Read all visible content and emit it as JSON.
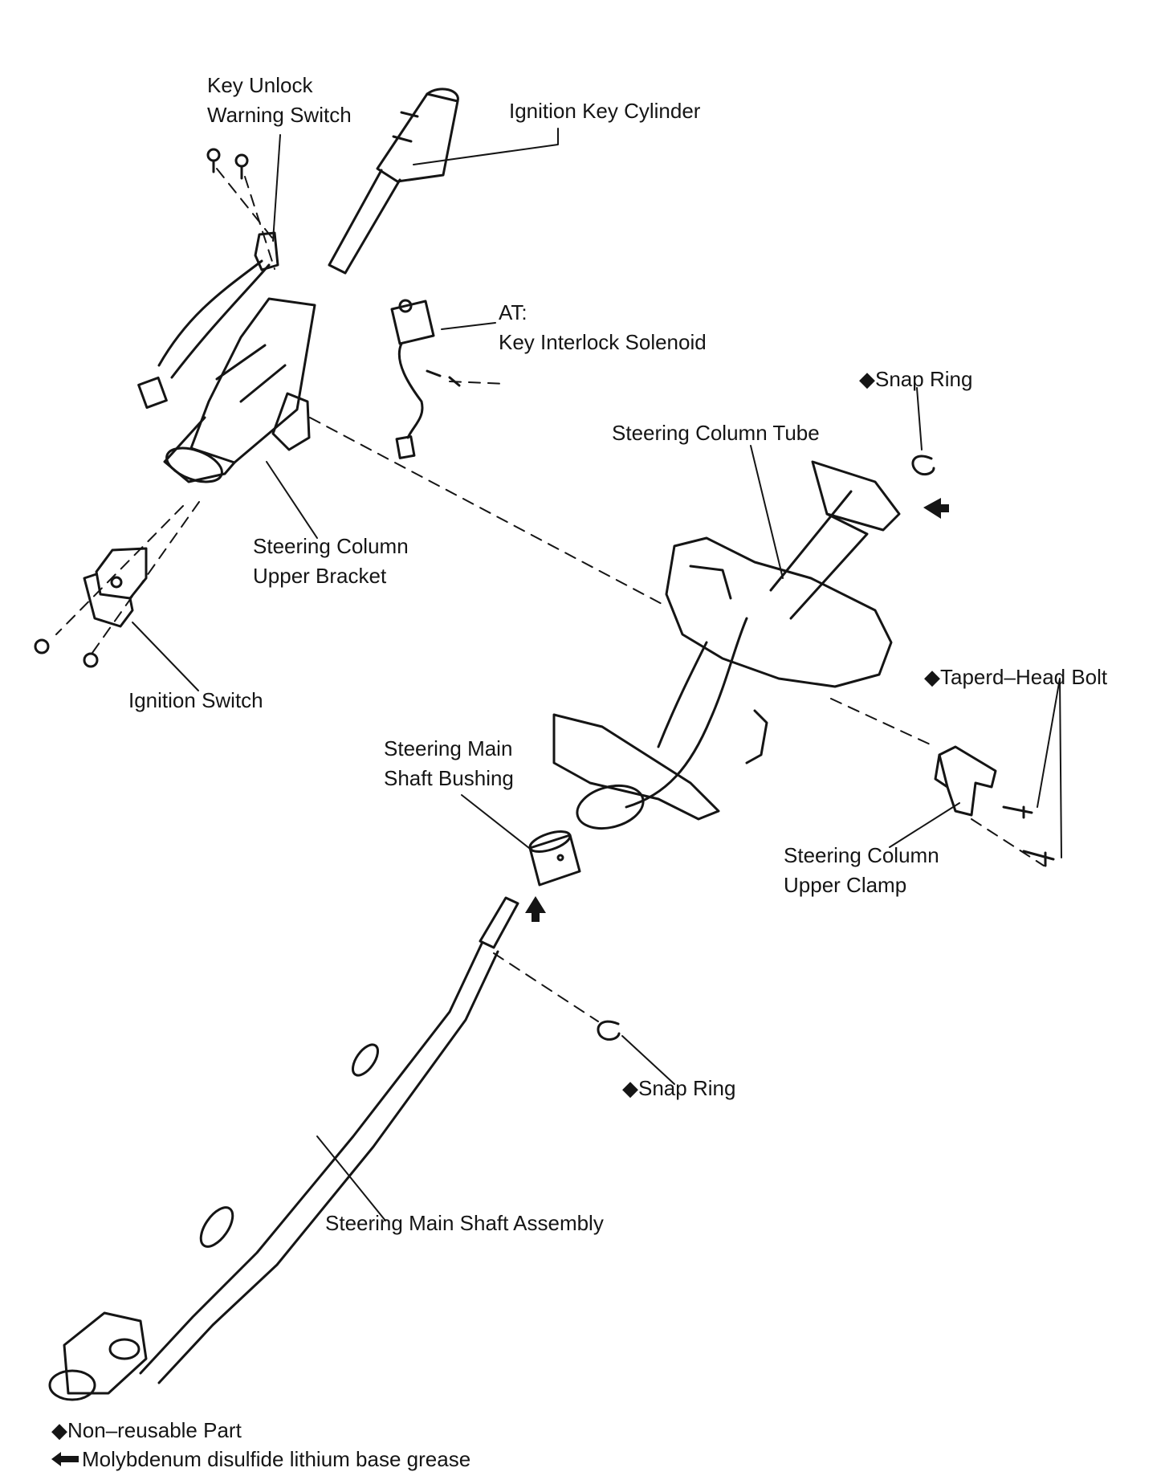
{
  "labels": {
    "key_unlock_warning_switch": {
      "line1": "Key Unlock",
      "line2": "Warning Switch"
    },
    "ignition_key_cylinder": "Ignition Key Cylinder",
    "key_interlock_solenoid": {
      "line1": "AT:",
      "line2": "Key Interlock Solenoid"
    },
    "snap_ring_upper": "◆Snap Ring",
    "steering_column_tube": "Steering Column Tube",
    "steering_column_upper_bracket": {
      "line1": "Steering Column",
      "line2": "Upper Bracket"
    },
    "ignition_switch": "Ignition Switch",
    "tapered_head_bolt": "◆Taperd–Head Bolt",
    "steering_main_shaft_bushing": {
      "line1": "Steering Main",
      "line2": "Shaft Bushing"
    },
    "steering_column_upper_clamp": {
      "line1": "Steering Column",
      "line2": "Upper Clamp"
    },
    "snap_ring_lower": "◆Snap Ring",
    "steering_main_shaft_assembly": "Steering Main Shaft Assembly"
  },
  "legend": {
    "non_reusable": "◆Non–reusable Part",
    "grease": "Molybdenum disulfide lithium base grease"
  },
  "colors": {
    "ink": "#151515",
    "background": "#ffffff"
  }
}
